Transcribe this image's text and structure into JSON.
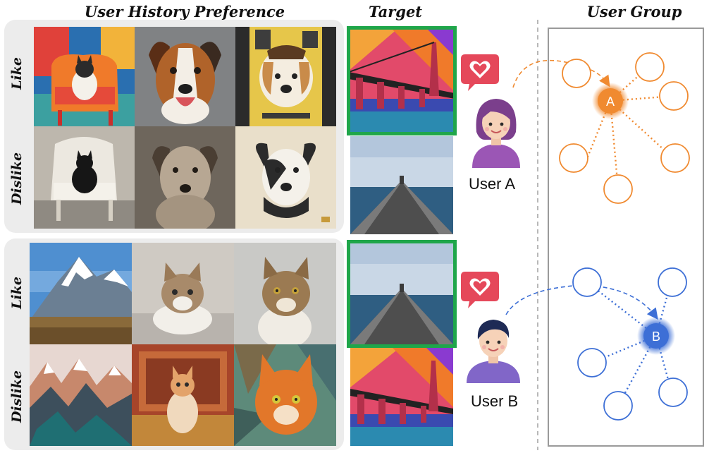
{
  "headers": {
    "history": "User History Preference",
    "target": "Target",
    "group": "User Group"
  },
  "row_labels": {
    "like": "Like",
    "dislike": "Dislike"
  },
  "users": [
    {
      "name": "User A",
      "node_label": "A",
      "color": "#f08a30"
    },
    {
      "name": "User B",
      "node_label": "B",
      "color": "#3d6fd6"
    }
  ],
  "colors": {
    "target_border": "#1fa64a",
    "panel_bg": "#ececec",
    "heart_badge": "#e5485a",
    "group_border": "#9a9a9a",
    "divider": "#888888"
  },
  "images": {
    "user_a_like": [
      "colorful-cat-on-armchair",
      "smiling-dog-portrait",
      "dog-movie-poster"
    ],
    "user_a_dislike": [
      "black-cat-on-white-chair",
      "sepia-dog-portrait",
      "dog-poster-black-white"
    ],
    "user_b_like": [
      "snowy-mountain-landscape",
      "tabby-kitten-lying",
      "tabby-cat-portrait"
    ],
    "user_b_dislike": [
      "abstract-mountain-art",
      "orange-cat-on-rug",
      "cubist-orange-cat"
    ],
    "targets": [
      "colorful-bridge-painting",
      "realistic-pier-photo"
    ]
  }
}
